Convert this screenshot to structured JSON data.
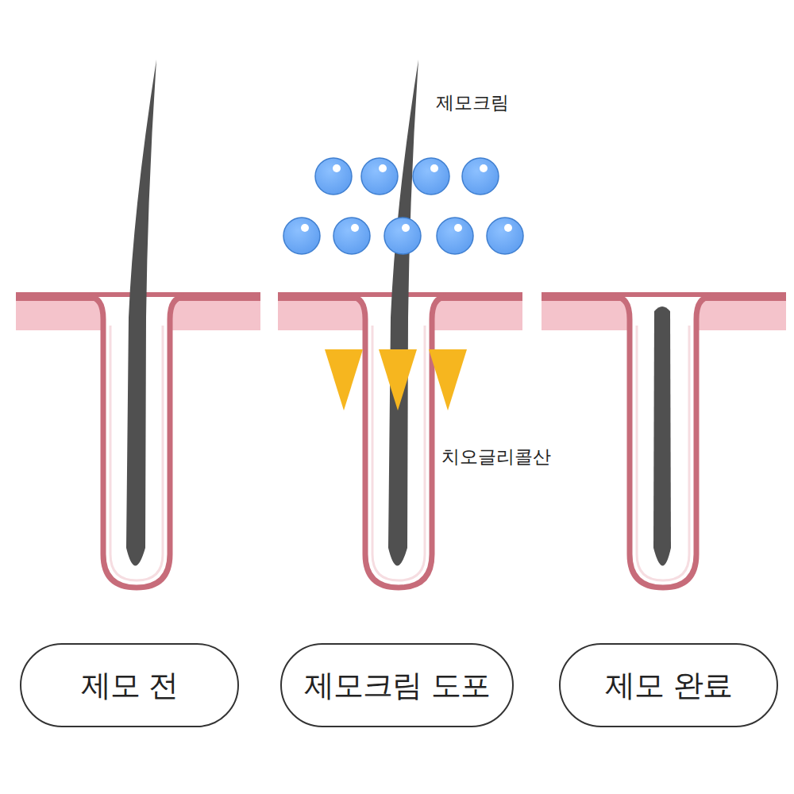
{
  "diagram": {
    "nodes": [
      {
        "text": [
          "제모 전"
        ]
      },
      {
        "text": [
          "제모크림 도포"
        ]
      },
      {
        "text": [
          "제모 완료"
        ]
      }
    ],
    "labels": [
      "제모크림",
      "치오글리콜산"
    ]
  }
}
